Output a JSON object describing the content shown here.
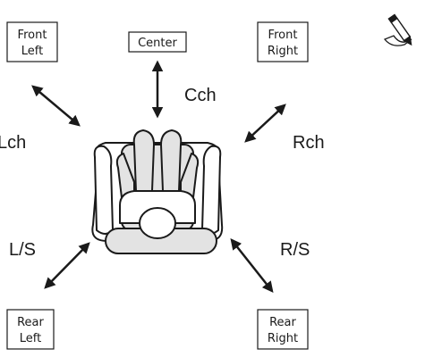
{
  "speakers": {
    "front_left": {
      "line1": "Front",
      "line2": "Left"
    },
    "center": {
      "label": "Center"
    },
    "front_right": {
      "line1": "Front",
      "line2": "Right"
    },
    "rear_left": {
      "line1": "Rear",
      "line2": "Left"
    },
    "rear_right": {
      "line1": "Rear",
      "line2": "Right"
    }
  },
  "channels": {
    "center": "Cch",
    "left": "Lch",
    "right": "Rch",
    "left_surround": "L/S",
    "right_surround": "R/S"
  },
  "icons": {
    "note": "pencil-note-icon"
  }
}
